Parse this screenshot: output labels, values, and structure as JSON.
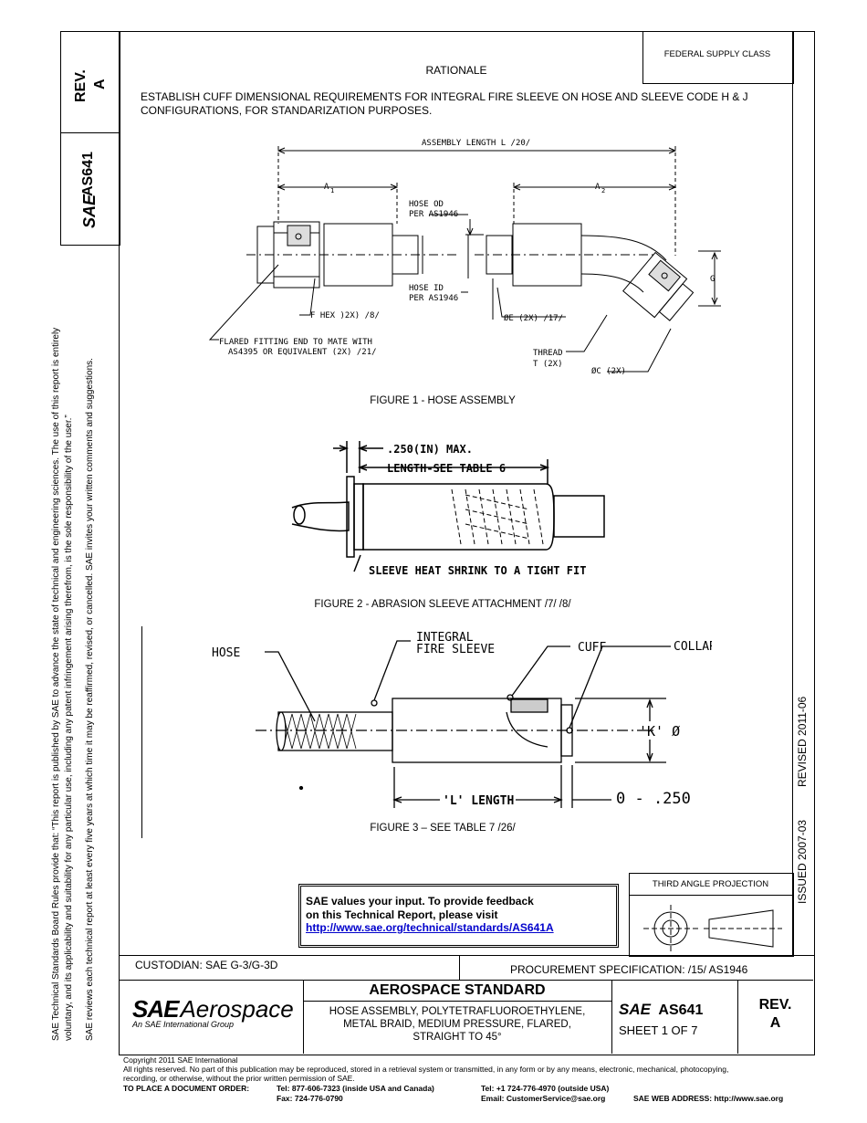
{
  "side_notes": {
    "line1": "SAE Technical Standards Board Rules provide that: “This report is published by SAE to advance the state of technical and engineering sciences. The use of this report is entirely",
    "line2": "voluntary, and its applicability and suitability for any particular use, including any patent infringement arising therefrom, is the sole responsibility of the user.”",
    "line3": "SAE reviews each technical report at least every five years at which time it may be reaffirmed, revised, or cancelled. SAE invites your written comments and suggestions."
  },
  "left_tab": {
    "rev": "REV.",
    "rev_letter": "A",
    "logo": "SAE",
    "doc": "AS641"
  },
  "header": {
    "federal_supply_class": "FEDERAL SUPPLY CLASS"
  },
  "rationale": {
    "heading": "RATIONALE",
    "text": "ESTABLISH CUFF DIMENSIONAL REQUIREMENTS FOR INTEGRAL FIRE SLEEVE ON HOSE AND SLEEVE CODE H & J CONFIGURATIONS, FOR STANDARIZATION PURPOSES."
  },
  "figure1": {
    "caption": "FIGURE 1 - HOSE ASSEMBLY",
    "labels": {
      "assembly_length": "ASSEMBLY LENGTH L /20/",
      "a1": "A",
      "a1_sub": "1",
      "a2": "A",
      "a2_sub": "2",
      "hose_od": "HOSE OD",
      "per1": "PER AS1946",
      "hose_id": "HOSE ID",
      "per2": "PER AS1946",
      "g": "G",
      "f_hex": "F HEX )2X) /8/",
      "flared1": "FLARED FITTING END TO MATE WITH",
      "flared2": "AS4395 OR EQUIVALENT (2X) /21/",
      "e_dia": "ØE (2X) /17/",
      "thread": "THREAD",
      "thread2": "T (2X)",
      "c_dia": "ØC (2X)"
    }
  },
  "figure2": {
    "caption": "FIGURE 2 - ABRASION SLEEVE ATTACHMENT /7/ /8/",
    "labels": {
      "max": ".250(IN) MAX.",
      "length": "LENGTH-SEE TABLE 6",
      "sleeve": "SLEEVE HEAT SHRINK TO A TIGHT FIT"
    }
  },
  "figure3": {
    "caption": "FIGURE 3 – SEE TABLE 7 /26/",
    "labels": {
      "hose": "HOSE",
      "integral1": "INTEGRAL",
      "integral2": "FIRE SLEEVE",
      "cuff": "CUFF",
      "collar": "COLLAR",
      "k": "'K' Ø",
      "l_length": "'L' LENGTH",
      "range": "0 - .250"
    }
  },
  "right_strip": {
    "issued": "ISSUED 2007-03",
    "revised": "REVISED 2011-06"
  },
  "feedback": {
    "line1": "SAE values your input. To provide feedback",
    "line2": "on this Technical Report, please visit",
    "url": "http://www.sae.org/technical/standards/AS641A"
  },
  "projection": {
    "label": "THIRD ANGLE PROJECTION"
  },
  "title_block": {
    "custodian": "CUSTODIAN: SAE G-3/G-3D",
    "procurement": "PROCUREMENT SPECIFICATION: /15/ AS1946",
    "logo_main": "SAE",
    "logo_word": "Aerospace",
    "logo_sub": "An SAE International Group",
    "standard": "AEROSPACE STANDARD",
    "title1": "HOSE ASSEMBLY, POLYTETRAFLUOROETHYLENE,",
    "title2": "METAL BRAID, MEDIUM PRESSURE, FLARED,",
    "title3": "STRAIGHT TO 45°",
    "doc_logo": "SAE",
    "doc_number": "AS641",
    "sheet": "SHEET 1 OF 7",
    "rev": "REV.",
    "rev_letter": "A"
  },
  "footer": {
    "copyright": "Copyright 2011 SAE International",
    "rights": "All rights reserved. No part of this publication may be reproduced, stored in a retrieval system or transmitted, in any form or by any means, electronic, mechanical, photocopying,",
    "rights2": "recording, or otherwise, without the prior written permission of SAE.",
    "order": "TO PLACE A DOCUMENT ORDER:",
    "tel1": "Tel: 877-606-7323 (inside USA and Canada)",
    "tel2": "Tel: +1 724-776-4970 (outside USA)",
    "fax": "Fax: 724-776-0790",
    "email": "Email: CustomerService@sae.org",
    "web": "SAE WEB ADDRESS: http://www.sae.org"
  }
}
